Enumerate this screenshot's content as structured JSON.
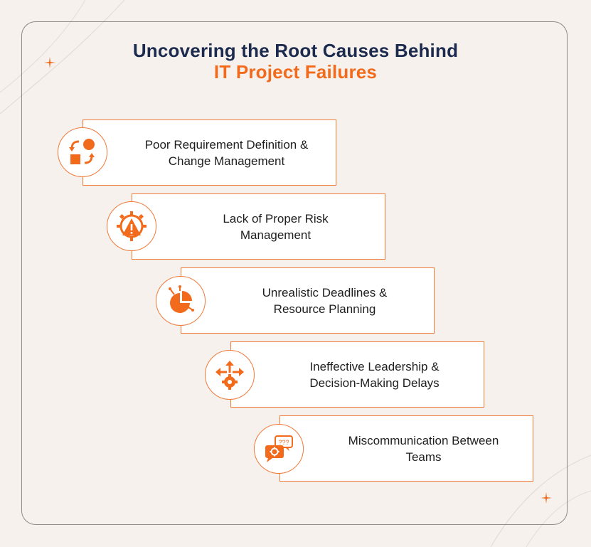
{
  "title": {
    "line1": "Uncovering the Root Causes Behind",
    "line2": "IT Project Failures"
  },
  "colors": {
    "accent": "#f26b1d",
    "navy": "#1c2a4e",
    "background": "#f6f1ed"
  },
  "steps": [
    {
      "label": "Poor Requirement Definition & Change Management",
      "icon": "change-management-icon"
    },
    {
      "label": "Lack of Proper Risk Management",
      "icon": "risk-warning-gear-icon"
    },
    {
      "label": "Unrealistic Deadlines & Resource Planning",
      "icon": "pie-chart-icon"
    },
    {
      "label": "Ineffective Leadership & Decision-Making Delays",
      "icon": "decision-arrows-gear-icon"
    },
    {
      "label": "Miscommunication Between Teams",
      "icon": "chat-bubbles-icon"
    }
  ],
  "icon_text": {
    "question_marks": "???"
  }
}
